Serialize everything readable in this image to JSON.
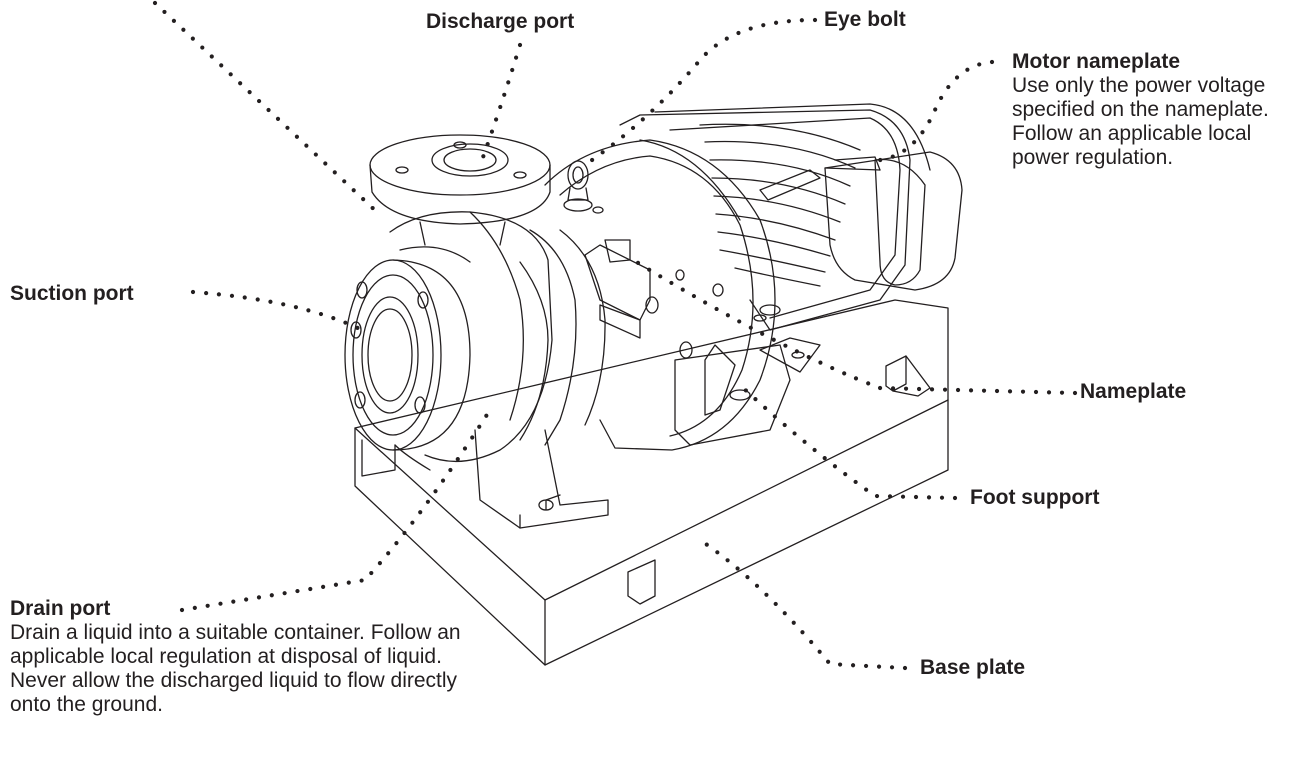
{
  "labels": {
    "discharge_port": {
      "title": "Discharge port"
    },
    "eye_bolt": {
      "title": "Eye bolt"
    },
    "motor_nameplate": {
      "title": "Motor nameplate",
      "desc": "Use only the power voltage specified on the nameplate. Follow an applicable local power regulation."
    },
    "suction_port": {
      "title": "Suction port"
    },
    "nameplate": {
      "title": "Nameplate"
    },
    "foot_support": {
      "title": "Foot support"
    },
    "drain_port": {
      "title": "Drain port",
      "desc": "Drain a liquid into a suitable container. Follow an applicable local regulation at disposal of liquid. Never allow the discharged liquid to flow directly onto the ground."
    },
    "base_plate": {
      "title": "Base plate"
    }
  },
  "colors": {
    "ink": "#231f20",
    "background": "#ffffff"
  }
}
